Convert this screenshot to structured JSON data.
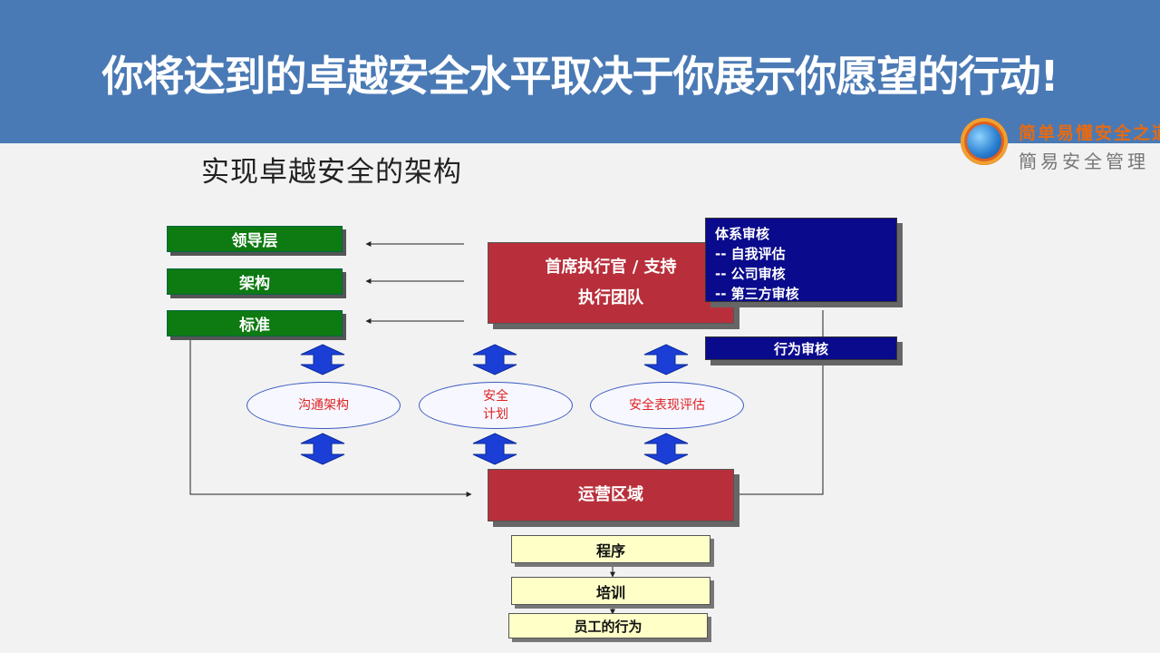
{
  "header": {
    "title": "你将达到的卓越安全水平取决于你展示你愿望的行动!"
  },
  "logo": {
    "line1": "简单易懂安全之道",
    "line2": "簡易安全管理"
  },
  "diagram": {
    "subtitle": "实现卓越安全的架构",
    "left_boxes": [
      "领导层",
      "架构",
      "标准"
    ],
    "executive": {
      "line1": "首席执行官 / 支持",
      "line2": "执行团队"
    },
    "system_audit": {
      "title": "体系审核",
      "items": [
        "-- 自我评估",
        "-- 公司审核",
        "-- 第三方审核"
      ]
    },
    "behavior_audit": "行为审核",
    "ovals": [
      {
        "line1": "沟通架构",
        "line2": ""
      },
      {
        "line1": "安全",
        "line2": "计划"
      },
      {
        "line1": "安全表现评估",
        "line2": ""
      }
    ],
    "operations": "运营区域",
    "steps": [
      "程序",
      "培训",
      "员工的行为"
    ],
    "colors": {
      "banner": "#4a7ab5",
      "green": "#0e7a12",
      "red": "#b82f3b",
      "navy": "#0a0a8c",
      "yellow": "#ffffc8",
      "arrow": "#1b3fd6"
    }
  }
}
